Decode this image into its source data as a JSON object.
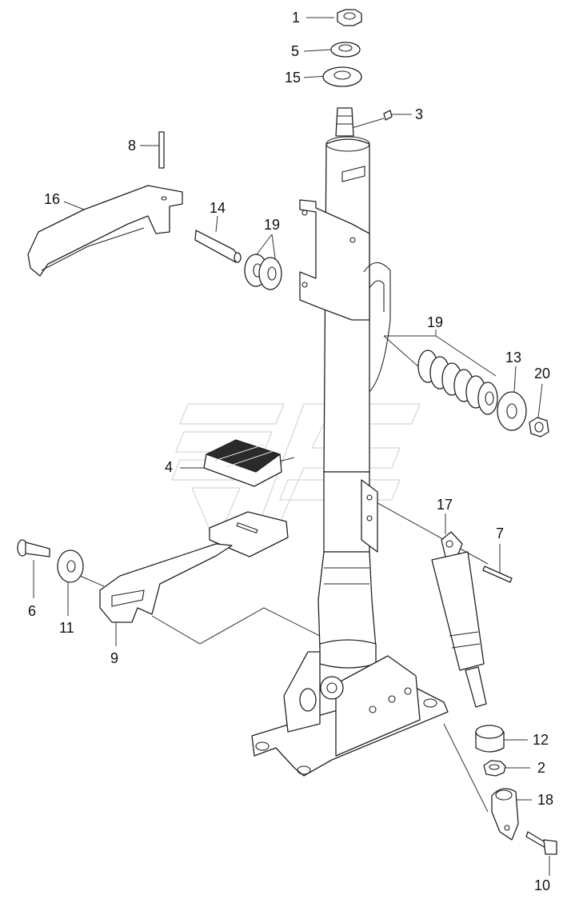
{
  "colors": {
    "line": "#222222",
    "watermark": "#d6d6d6",
    "pad": "#2a2a2a",
    "background": "#ffffff"
  },
  "callouts": [
    {
      "id": "c1",
      "text": "1"
    },
    {
      "id": "c5",
      "text": "5"
    },
    {
      "id": "c15",
      "text": "15"
    },
    {
      "id": "c3",
      "text": "3"
    },
    {
      "id": "c8",
      "text": "8"
    },
    {
      "id": "c16",
      "text": "16"
    },
    {
      "id": "c14",
      "text": "14"
    },
    {
      "id": "c19a",
      "text": "19"
    },
    {
      "id": "c19b",
      "text": "19"
    },
    {
      "id": "c13",
      "text": "13"
    },
    {
      "id": "c20",
      "text": "20"
    },
    {
      "id": "c4",
      "text": "4"
    },
    {
      "id": "c17",
      "text": "17"
    },
    {
      "id": "c7",
      "text": "7"
    },
    {
      "id": "c6",
      "text": "6"
    },
    {
      "id": "c11",
      "text": "11"
    },
    {
      "id": "c9",
      "text": "9"
    },
    {
      "id": "c12",
      "text": "12"
    },
    {
      "id": "c2",
      "text": "2"
    },
    {
      "id": "c18",
      "text": "18"
    },
    {
      "id": "c10",
      "text": "10"
    }
  ]
}
